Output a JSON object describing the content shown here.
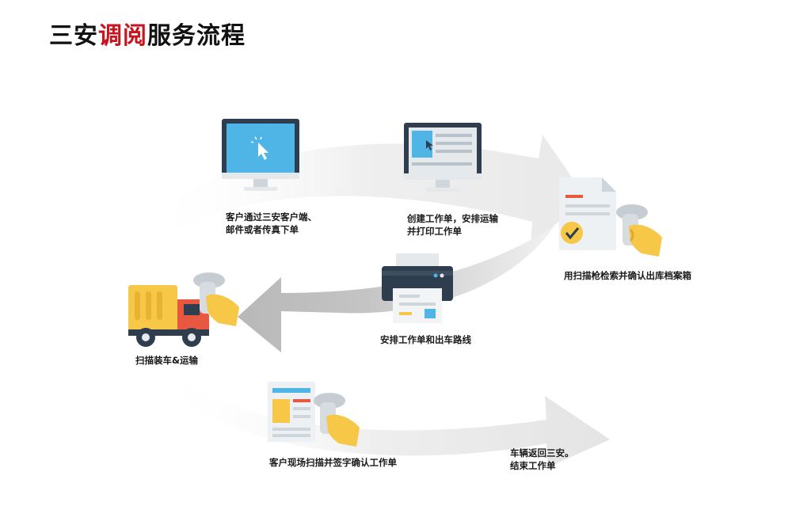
{
  "title": {
    "prefix": "三安",
    "highlight": "调阅",
    "suffix": "服务流程"
  },
  "steps": [
    {
      "id": "order",
      "lines": [
        "客户通过三安客户端、",
        "邮件或者传真下单"
      ],
      "icon": "computer-cursor-icon"
    },
    {
      "id": "create",
      "lines": [
        "创建工作单，安排运输",
        "并打印工作单"
      ],
      "icon": "computer-document-icon"
    },
    {
      "id": "scan-check",
      "lines": [
        "用扫描枪检索并确认出库档案箱"
      ],
      "icon": "scanner-checklist-icon"
    },
    {
      "id": "schedule",
      "lines": [
        "安排工作单和出车路线"
      ],
      "icon": "printer-icon"
    },
    {
      "id": "load",
      "lines": [
        "扫描装车&运输"
      ],
      "icon": "truck-scanner-icon"
    },
    {
      "id": "sign",
      "lines": [
        "客户现场扫描并签字确认工作单"
      ],
      "icon": "document-scanner-icon"
    },
    {
      "id": "return",
      "lines": [
        "车辆返回三安。",
        "结束工作单"
      ],
      "icon": ""
    }
  ],
  "colors": {
    "title_highlight": "#c8141e",
    "monitor_frame": "#2f3e4f",
    "screen_blue": "#4fb5e6",
    "yellow": "#f7c747",
    "orange_red": "#e8573f",
    "arrow_gray": "#c8c8c8"
  }
}
